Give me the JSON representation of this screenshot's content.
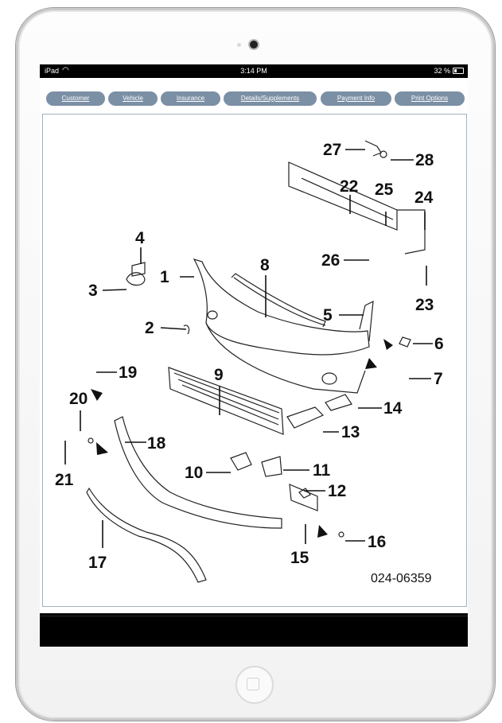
{
  "status_bar": {
    "device": "iPad",
    "time": "3:14 PM",
    "battery": "32 %",
    "battery_level": 0.32
  },
  "tabs": [
    {
      "label": "Customer"
    },
    {
      "label": "Vehicle"
    },
    {
      "label": "Insurance"
    },
    {
      "label": "Details/Supplements"
    },
    {
      "label": "Payment Info"
    },
    {
      "label": "Print Options"
    }
  ],
  "diagram": {
    "code": "024-06359",
    "callouts": [
      "1",
      "2",
      "3",
      "4",
      "5",
      "6",
      "7",
      "8",
      "9",
      "10",
      "11",
      "12",
      "13",
      "14",
      "15",
      "16",
      "17",
      "18",
      "19",
      "20",
      "21",
      "22",
      "23",
      "24",
      "25",
      "26",
      "27",
      "28"
    ]
  },
  "icons": {
    "wifi": "wifi-icon",
    "battery": "battery-icon",
    "home": "home-button-icon",
    "camera": "camera-icon"
  },
  "colors": {
    "tab_bg": "#7b8fa5",
    "panel_border": "#9fb4c2"
  }
}
